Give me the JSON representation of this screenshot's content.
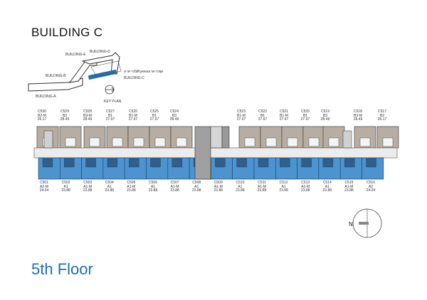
{
  "title": "BUILDING C",
  "floor_label": "5th Floor",
  "key_plan": {
    "label": "KEY PLAN",
    "buildings": [
      "BUILDING-A",
      "BUILDING-B",
      "BUILDING-C",
      "BUILDING-D",
      "BUILDING-E"
    ],
    "thai_label": "อาคารนิติบุคคลอาคารชุด"
  },
  "compass": {
    "label": "N"
  },
  "colors": {
    "top_units": "#b8ada3",
    "bottom_units": "#4d93cf",
    "core": "#9a9a9a",
    "floor_title": "#1f6fb3"
  },
  "top_units": [
    {
      "id": "C530",
      "type": "B2-M",
      "area": "26.17"
    },
    {
      "id": "C529",
      "type": "B3",
      "area": "28.49"
    },
    {
      "id": "C528",
      "type": "B3-M",
      "area": "28.49"
    },
    {
      "id": "C527",
      "type": "B1",
      "area": "27.97"
    },
    {
      "id": "C526",
      "type": "B1-M",
      "area": "27.97"
    },
    {
      "id": "C525",
      "type": "B1",
      "area": "27.97"
    },
    {
      "id": "C524",
      "type": "B3",
      "area": "28.49"
    },
    {
      "id": "C523",
      "type": "B1-M",
      "area": "27.97"
    },
    {
      "id": "C522",
      "type": "B1",
      "area": "27.97"
    },
    {
      "id": "C521",
      "type": "B1-M",
      "area": "27.97"
    },
    {
      "id": "C520",
      "type": "B1",
      "area": "27.97"
    },
    {
      "id": "C519",
      "type": "B3",
      "area": "28.49"
    },
    {
      "id": "C518",
      "type": "B3-M",
      "area": "28.49"
    },
    {
      "id": "C517",
      "type": "B2",
      "area": "26.17"
    }
  ],
  "bottom_units": [
    {
      "id": "C501",
      "type": "A2-M",
      "area": "24.04"
    },
    {
      "id": "C502",
      "type": "A1",
      "area": "23.88"
    },
    {
      "id": "C503",
      "type": "A1-M",
      "area": "23.88"
    },
    {
      "id": "C504",
      "type": "A1",
      "area": "23.88"
    },
    {
      "id": "C505",
      "type": "A1-M",
      "area": "23.88"
    },
    {
      "id": "C506",
      "type": "A1",
      "area": "23.88"
    },
    {
      "id": "C507",
      "type": "A1-M",
      "area": "23.88"
    },
    {
      "id": "C508",
      "type": "A1",
      "area": "23.88"
    },
    {
      "id": "C509",
      "type": "A1-M",
      "area": "23.88"
    },
    {
      "id": "C510",
      "type": "A1",
      "area": "23.88"
    },
    {
      "id": "C511",
      "type": "A1-M",
      "area": "23.88"
    },
    {
      "id": "C512",
      "type": "A1",
      "area": "23.88"
    },
    {
      "id": "C513",
      "type": "A1-M",
      "area": "23.88"
    },
    {
      "id": "C514",
      "type": "A1",
      "area": "23.88"
    },
    {
      "id": "C515",
      "type": "A1-M",
      "area": "23.88"
    },
    {
      "id": "C516",
      "type": "A2",
      "area": "24.04"
    }
  ]
}
